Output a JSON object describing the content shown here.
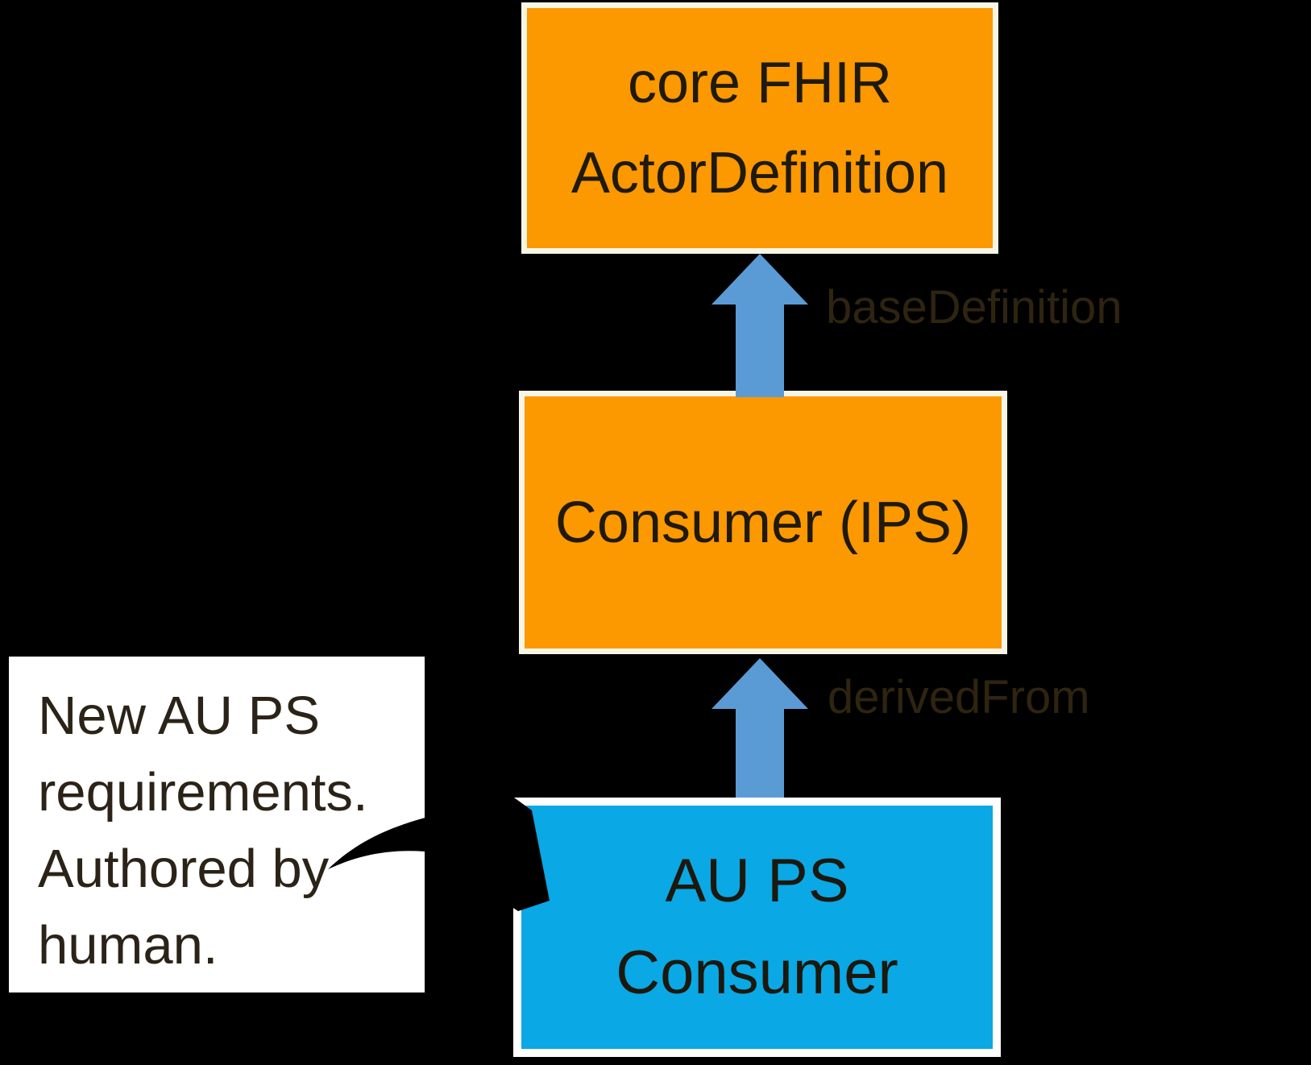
{
  "diagram": {
    "background_color": "#000000",
    "arrow_color": "#5B9BD5",
    "tail_color": "#000000",
    "boxes": {
      "core_fhir": {
        "line1": "core FHIR",
        "line2": "ActorDefinition",
        "fill": "#FC9800",
        "border": "#F7F6E6",
        "text_color": "#1F1A0E"
      },
      "consumer_ips": {
        "line1": "Consumer (IPS)",
        "fill": "#FC9800",
        "border": "#F7F6E6",
        "text_color": "#1F1A0E"
      },
      "au_ps_consumer": {
        "line1": "AU PS",
        "line2": "Consumer",
        "fill": "#0AA8E4",
        "border": "#FFFFFF",
        "text_color": "#1C180E"
      }
    },
    "edges": {
      "base_definition": {
        "label": "baseDefinition",
        "label_color": "#2E2410"
      },
      "derived_from": {
        "label": "derivedFrom",
        "label_color": "#2E2410"
      }
    },
    "callout": {
      "line1": "New AU PS",
      "line2": "requirements.",
      "line3": "Authored by",
      "line4": "human.",
      "fill": "#FFFFFF",
      "text_color": "#2B2317"
    }
  }
}
